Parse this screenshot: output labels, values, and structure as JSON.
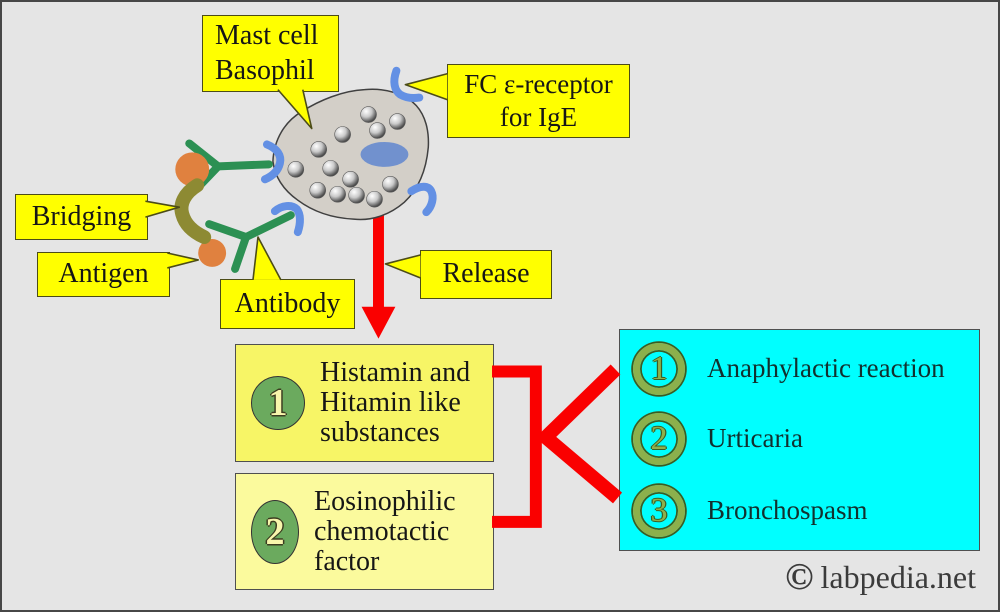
{
  "palette": {
    "canvas_bg": "#e5e5e5",
    "frame": "#474747",
    "label_yellow": "#ffff00",
    "label_border": "#4c4c17",
    "ink": "#161616",
    "box1_fill": "#f7f566",
    "box2_fill": "#fbfa9d",
    "box_border": "#4f4f4f",
    "cyan_fill": "#00ffff",
    "red_accent": "#fa0000",
    "cell_fill": "#d3cfc8",
    "cell_outline": "#404040",
    "nucleus_blue": "#7191ce",
    "receptor_blue": "#6390e4",
    "antibody_green": "#2c9053",
    "antigen_orange": "#e0813f",
    "bridging_olive": "#8d8a33",
    "badge_green": "#6baa5e",
    "badge_text": "#f8f6ac",
    "badge_outline": "#3c3c20",
    "ring_green": "#8cb04c",
    "ring_dark": "#3c5c22",
    "effects_text": "#12302e",
    "copyright_ink": "#3b3b3b"
  },
  "callouts": {
    "mast_cell": "Mast cell\nBasophil",
    "fc_receptor": "FC ε-receptor\nfor IgE",
    "bridging": "Bridging",
    "antigen": "Antigen",
    "antibody": "Antibody",
    "release": "Release"
  },
  "mediators": [
    {
      "number": "1",
      "text": "Histamin and\nHitamin like\nsubstances"
    },
    {
      "number": "2",
      "text": "Eosinophilic\nchemotactic\nfactor"
    }
  ],
  "effects": {
    "items": [
      {
        "number": "1",
        "label": "Anaphylactic reaction"
      },
      {
        "number": "2",
        "label": "Urticaria"
      },
      {
        "number": "3",
        "label": "Bronchospasm"
      }
    ]
  },
  "footer": {
    "copyright_symbol": "©",
    "site": "labpedia.net"
  },
  "icons": {
    "cell": "mast-cell-blob",
    "receptor": "fc-epsilon-receptor-hook-icon",
    "antibody": "ige-antibody-y-icon",
    "antigen": "antigen-dot-icon",
    "bridge": "bridging-arc-icon",
    "arrow": "release-down-arrow"
  }
}
